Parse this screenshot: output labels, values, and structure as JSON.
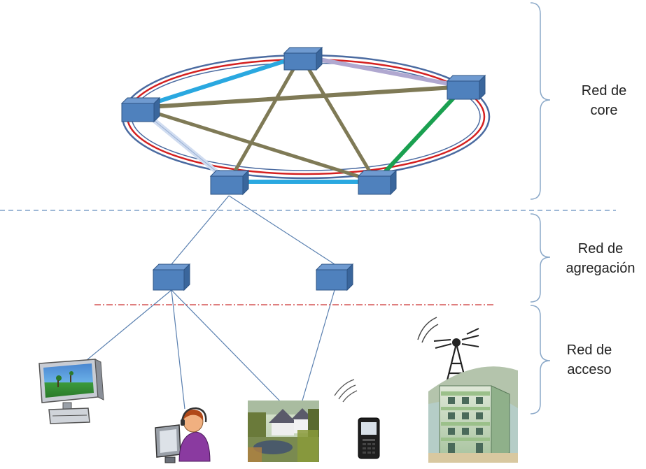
{
  "labels": {
    "core": {
      "line1": "Red  de",
      "line2": "core"
    },
    "aggregation": {
      "line1": "Red  de",
      "line2": "agregación"
    },
    "access": {
      "line1": "Red de",
      "line2": "acceso"
    }
  },
  "colors": {
    "node_face": "#4f81bd",
    "node_top": "#6f9ad0",
    "node_side": "#3a669c",
    "ring_outer": "#4a6aa0",
    "ring_red": "#d42020",
    "link_olive": "#7f7a56",
    "link_cyan": "#2aa8e0",
    "link_green": "#1aa050",
    "link_lavender": "#b0a8d0",
    "link_pale": "#d0dcf0",
    "thin_link": "#5a80b0",
    "divider_blue": "#7fa0c8",
    "divider_red": "#cc3333",
    "brace": "#8aa8c8"
  },
  "icons": [
    "tv-icon",
    "call-agent-icon",
    "house-photo-icon",
    "mobile-phone-icon",
    "antenna-building-icon"
  ]
}
